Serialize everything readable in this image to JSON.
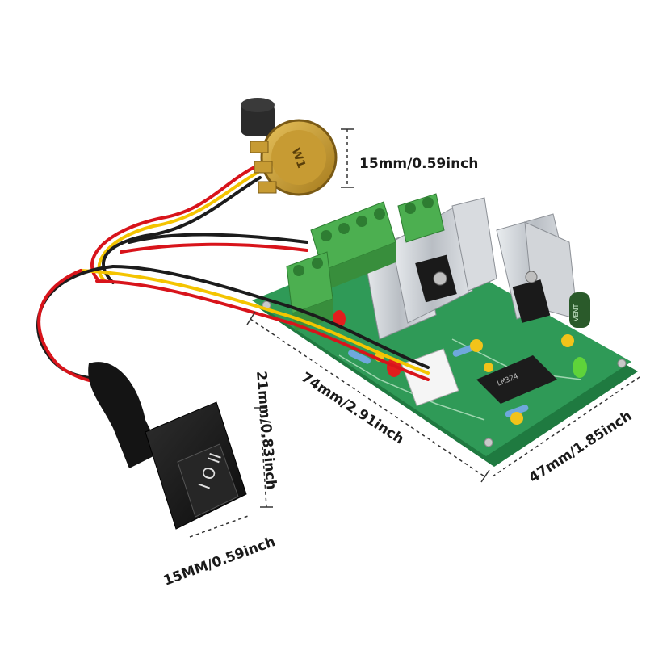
{
  "dimensions": {
    "potentiometer": "15mm/0.59inch",
    "board_length": "74mm/2.91inch",
    "board_width": "47mm/1.85inch",
    "switch_height": "21mm/0.83inch",
    "switch_width": "15MM/0.59inch"
  },
  "component_markings": {
    "potentiometer_value": "W1",
    "switch_symbols": "I O II",
    "ic_label": "LM324",
    "capacitor_brand": "VENT"
  },
  "colors": {
    "pcb": "#2f9a57",
    "terminal": "#4caf50",
    "heatsink": "#c9cdd2",
    "wire_red": "#d8141b",
    "wire_yellow": "#f4c400",
    "wire_black": "#1c1c1c",
    "dimension_line": "#333333"
  }
}
